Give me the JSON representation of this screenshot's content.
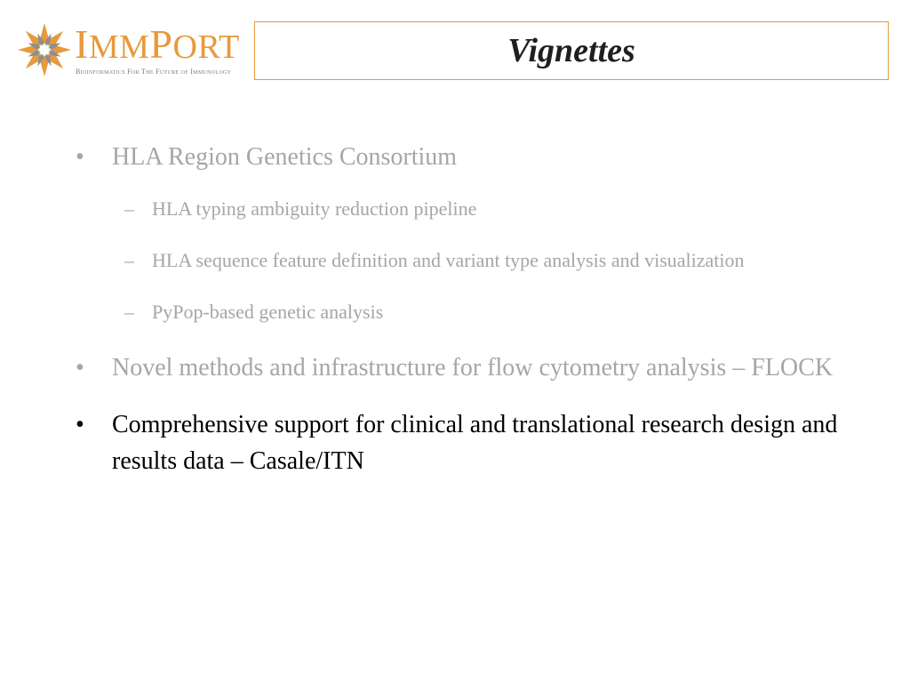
{
  "logo": {
    "wordmark_first": "I",
    "wordmark_mid": "MM",
    "wordmark_big2": "P",
    "wordmark_end": "ORT",
    "tagline": "Bioinformatics For The Future of Immunology",
    "brand_color": "#e69a3c",
    "icon": "immport-star-logo-icon"
  },
  "title": "Vignettes",
  "bullets": [
    {
      "marker": "•",
      "text": "HLA Region Genetics Consortium",
      "style": "dim",
      "subitems": [
        {
          "marker": "–",
          "text": "HLA typing ambiguity reduction pipeline"
        },
        {
          "marker": "–",
          "text": "HLA sequence feature definition and variant type analysis and visualization"
        },
        {
          "marker": "–",
          "text": "PyPop-based genetic analysis"
        }
      ]
    },
    {
      "marker": "•",
      "text": "Novel methods and infrastructure for flow cytometry analysis – FLOCK",
      "style": "dim"
    },
    {
      "marker": "•",
      "text": "Comprehensive support for clinical and translational research design and results data – Casale/ITN",
      "style": "dark"
    }
  ],
  "colors": {
    "dim_text": "#a6a6a6",
    "dark_text": "#000000",
    "accent": "#e69a3c"
  }
}
